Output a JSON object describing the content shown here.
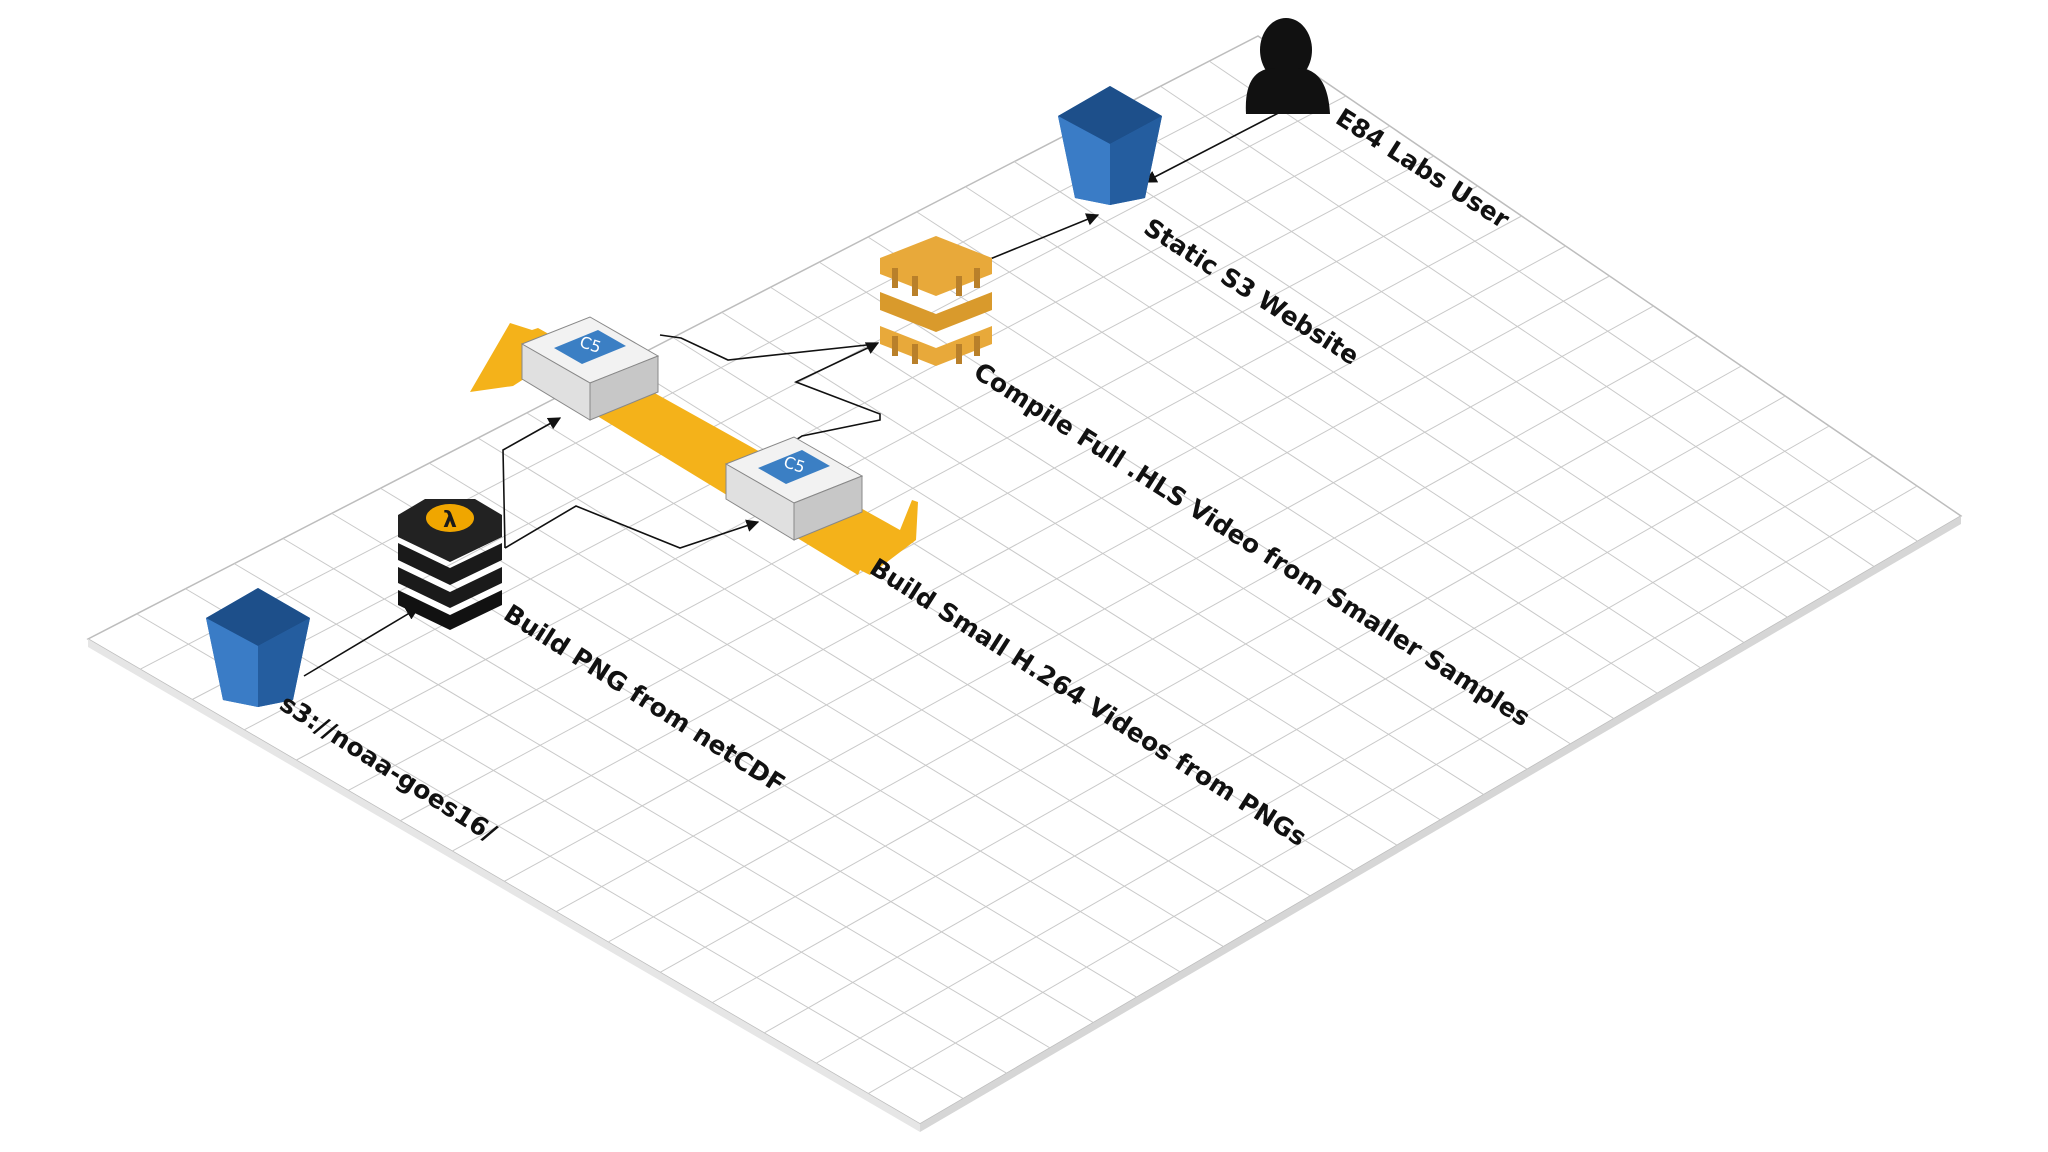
{
  "diagram": {
    "nodes": {
      "source_bucket": {
        "label": "s3://noaa-goes16/",
        "icon": "s3-bucket-icon"
      },
      "lambda": {
        "label": "Build PNG from netCDF",
        "icon": "lambda-icon",
        "symbol": "λ"
      },
      "c5_top": {
        "chip": "C5",
        "icon": "ec2-c5-instance-icon"
      },
      "c5_bottom": {
        "chip": "C5",
        "icon": "ec2-c5-instance-icon"
      },
      "c5_group": {
        "label": "Build Small H.264 Videos from PNGs",
        "icon": "autoscaling-arrow-icon"
      },
      "transcoder": {
        "label": "Compile Full .HLS Video from Smaller Samples",
        "icon": "elastic-transcoder-icon"
      },
      "website_bucket": {
        "label": "Static S3 Website",
        "icon": "s3-bucket-icon"
      },
      "user": {
        "label": "E84 Labs User",
        "icon": "user-icon"
      }
    },
    "edges": [
      {
        "from": "s3://noaa-goes16/",
        "to": "Build PNG from netCDF"
      },
      {
        "from": "Build PNG from netCDF",
        "to": "C5"
      },
      {
        "from": "Build PNG from netCDF",
        "to": "C5"
      },
      {
        "from": "C5",
        "to": "Compile Full .HLS Video from Smaller Samples"
      },
      {
        "from": "Compile Full .HLS Video from Smaller Samples",
        "to": "Static S3 Website"
      },
      {
        "from": "E84 Labs User",
        "to": "Static S3 Website"
      }
    ],
    "colors": {
      "grid_line": "#c9c9c9",
      "plate_edge": "#dcdcdc",
      "s3_blue": "#2f6fb7",
      "s3_blue_dark": "#1d4f8a",
      "lambda_black": "#1a1a1a",
      "lambda_gold": "#f0a600",
      "autoscaling_gold": "#f4b21a",
      "transcoder_gold": "#e8a93a",
      "box_face": "#e8e8e8",
      "chip_blue": "#3b7fc4"
    }
  }
}
